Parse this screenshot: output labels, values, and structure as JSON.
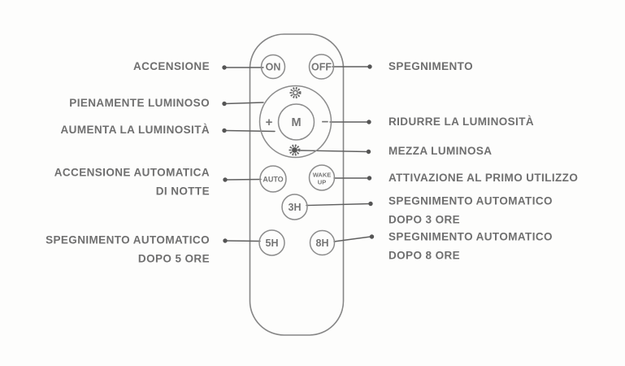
{
  "remote": {
    "buttons": {
      "on": "ON",
      "off": "OFF",
      "mode": "M",
      "increase": "+",
      "decrease": "−",
      "auto": "AUTO",
      "wake": [
        "WAKE",
        "UP"
      ],
      "timer3": "3H",
      "timer5": "5H",
      "timer8": "8H"
    },
    "icons": {
      "full_brightness": "sun-bright-icon",
      "half_brightness": "sun-dim-icon"
    }
  },
  "labels": {
    "left": [
      {
        "lines": [
          "ACCENSIONE"
        ]
      },
      {
        "lines": [
          "PIENAMENTE LUMINOSO"
        ]
      },
      {
        "lines": [
          "AUMENTA LA LUMINOSITÀ"
        ]
      },
      {
        "lines": [
          "ACCENSIONE AUTOMATICA",
          "DI NOTTE"
        ]
      },
      {
        "lines": [
          "SPEGNIMENTO AUTOMATICO",
          "DOPO 5 ORE"
        ]
      }
    ],
    "right": [
      {
        "lines": [
          "SPEGNIMENTO"
        ]
      },
      {
        "lines": [
          "RIDURRE LA LUMINOSITÀ"
        ]
      },
      {
        "lines": [
          "MEZZA LUMINOSA"
        ]
      },
      {
        "lines": [
          "ATTIVAZIONE AL PRIMO UTILIZZO"
        ]
      },
      {
        "lines": [
          "SPEGNIMENTO AUTOMATICO",
          "DOPO 3 ORE"
        ]
      },
      {
        "lines": [
          "SPEGNIMENTO AUTOMATICO",
          "DOPO 8 ORE"
        ]
      }
    ]
  },
  "colors": {
    "background": "#fdfdfc",
    "outline": "#8c8c8c",
    "label_text": "#6f6f6f",
    "connector": "#5f5f5f"
  }
}
